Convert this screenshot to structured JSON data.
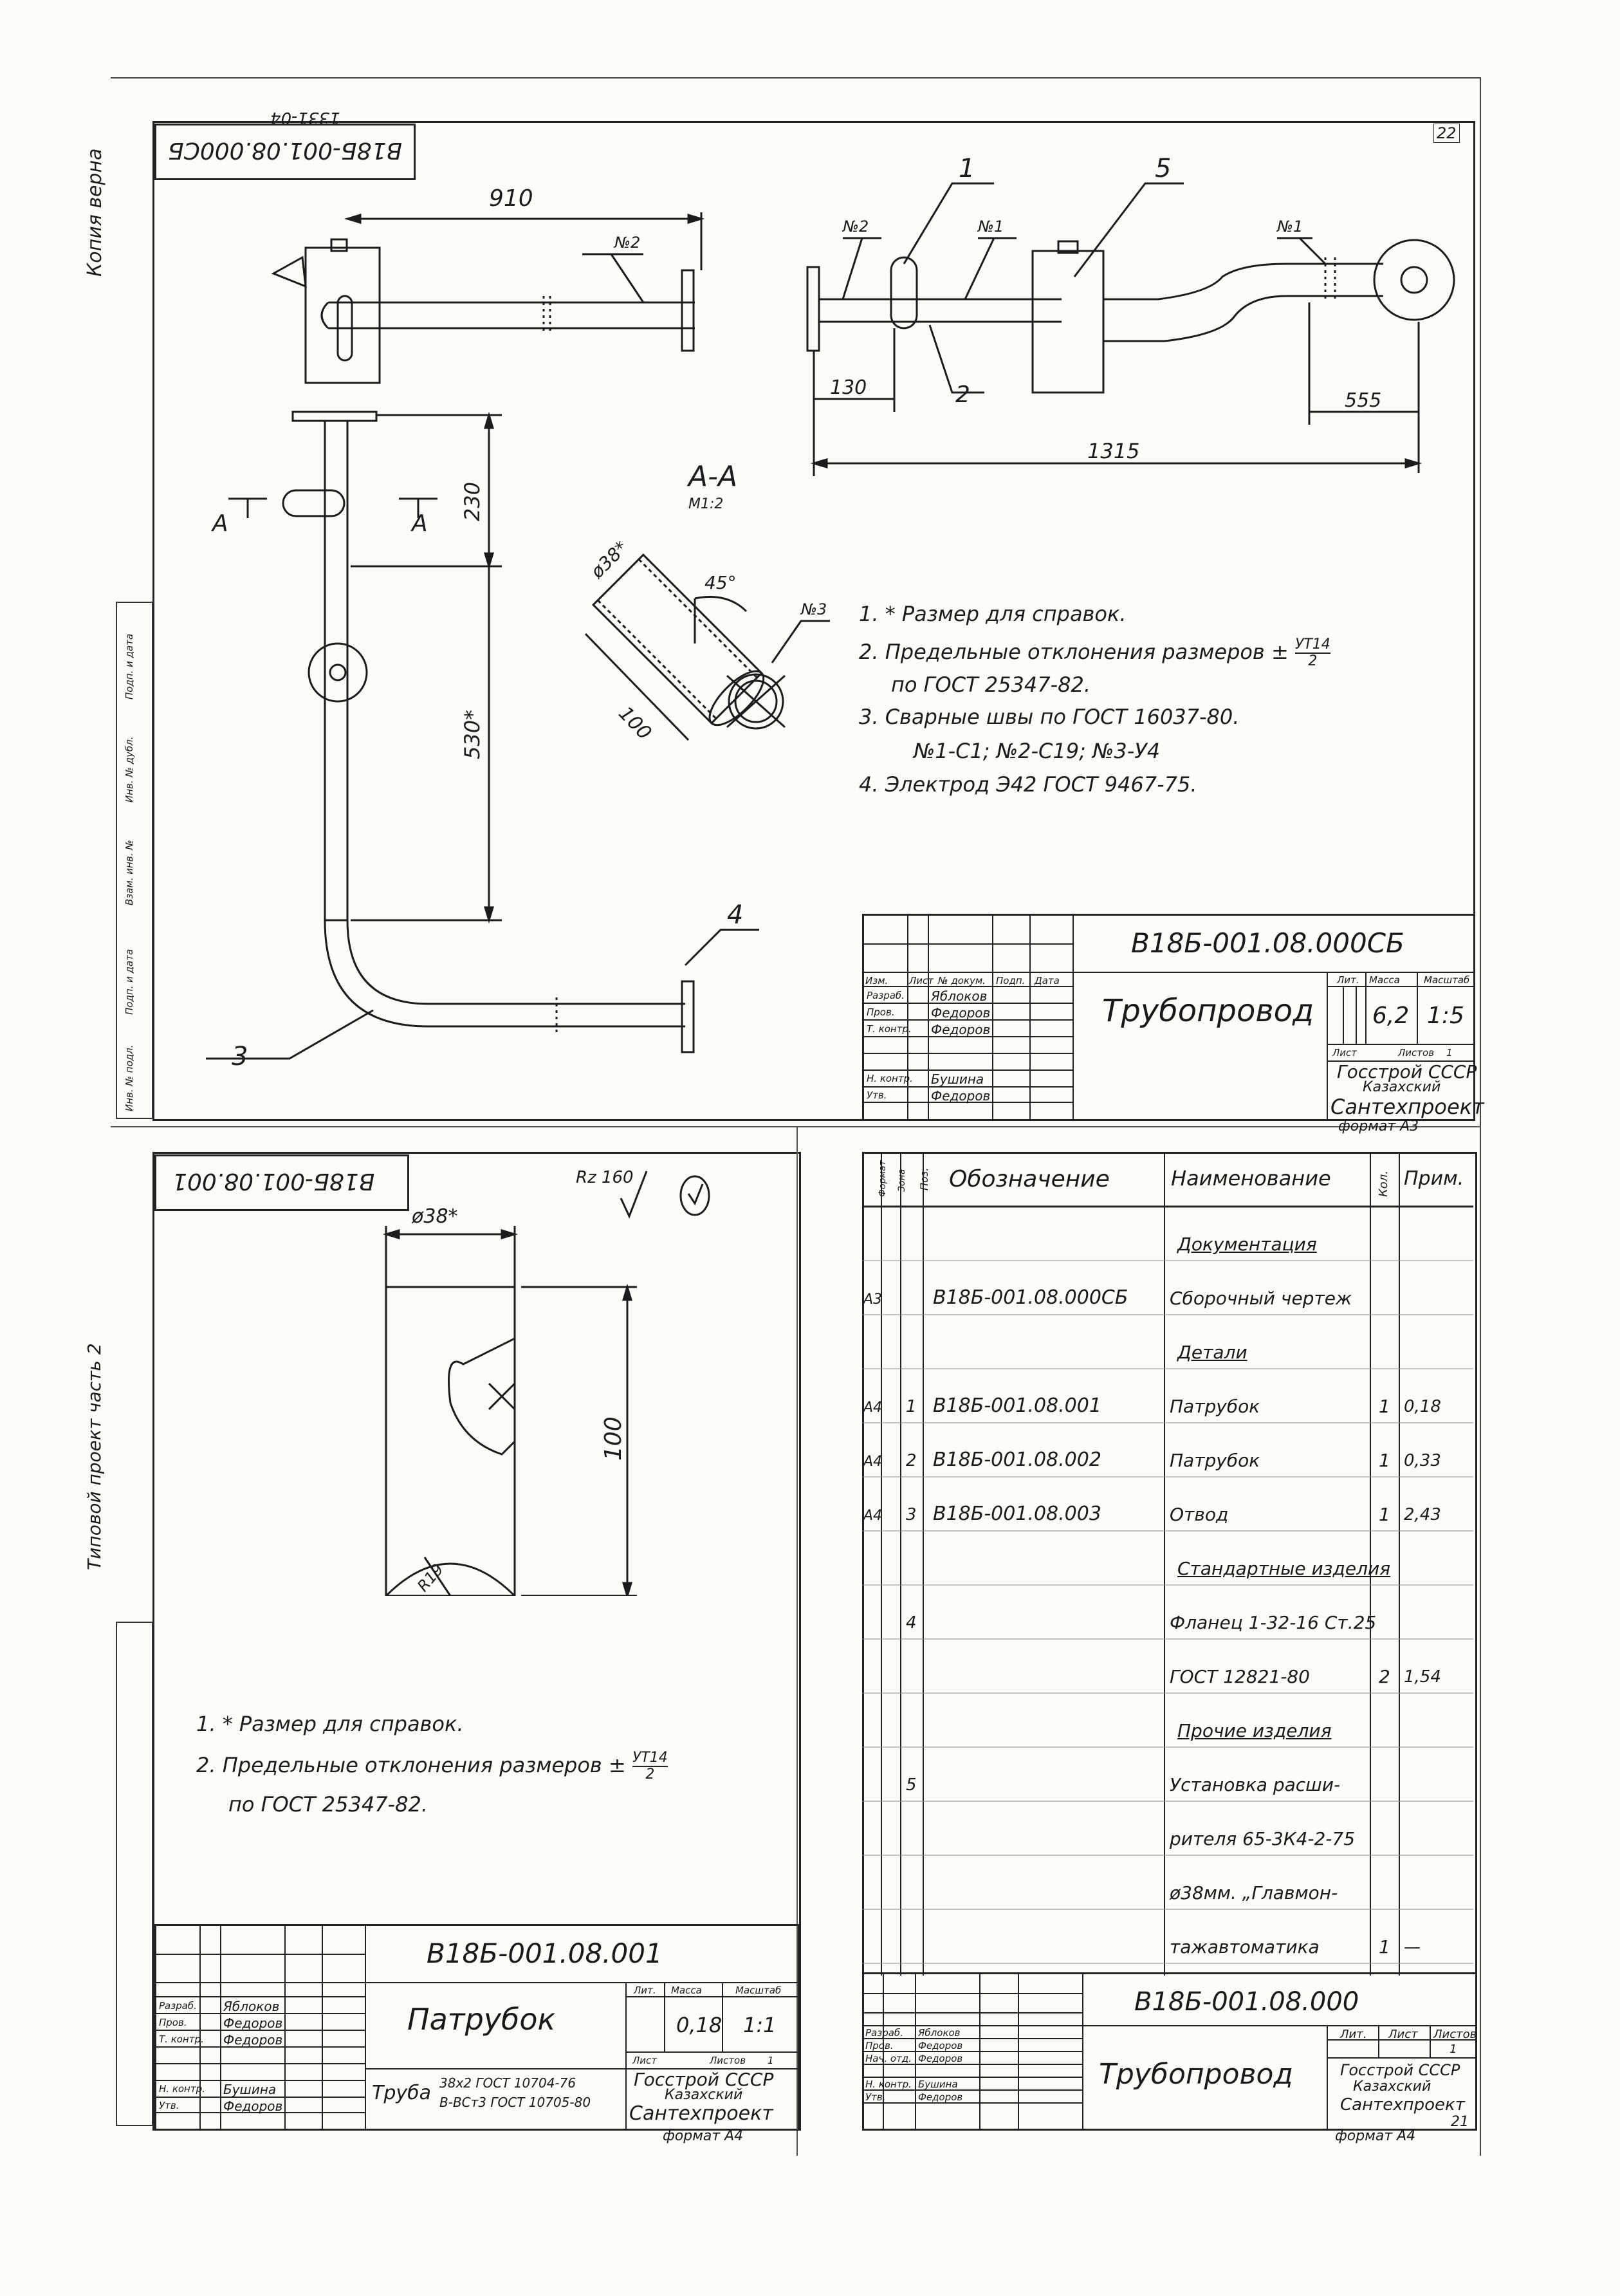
{
  "sheet_top": {
    "stamp_doc": "В18Б-001.08.000СБ",
    "stamp_num": "1331-04",
    "page_corner": "22",
    "dims": {
      "d910": "910",
      "d130": "130",
      "d1315": "1315",
      "d555": "555",
      "d230": "230",
      "d530": "530*",
      "d100": "100",
      "d38": "ø38*",
      "d45": "45°"
    },
    "leaders": {
      "n1": "1",
      "n2": "2",
      "n3": "3",
      "n4": "4",
      "n5": "5"
    },
    "welds": {
      "w1a": "№1",
      "w1b": "№1",
      "w2a": "№2",
      "w2b": "№2",
      "w3": "№3"
    },
    "section": {
      "label": "А-А",
      "scale": "М1:2",
      "arrow_left": "А",
      "arrow_right": "А"
    },
    "notes": [
      "1. * Размер для справок.",
      "2. Предельные отклонения размеров ±",
      "по ГОСТ 25347-82.",
      "3. Сварные швы по ГОСТ 16037-80.",
      "№1-С1; №2-С19; №3-У4",
      "4. Электрод Э42 ГОСТ 9467-75."
    ],
    "tol_frac": {
      "num": "УТ14",
      "den": "2"
    },
    "title_block": {
      "designation": "В18Б-001.08.000СБ",
      "name": "Трубопровод",
      "lit_label": "Лит.",
      "mass_label": "Масса",
      "scale_label": "Масштаб",
      "mass": "6,2",
      "scale": "1:5",
      "sheet_label": "Лист",
      "sheets_label": "Листов",
      "sheets": "1",
      "org1": "Госстрой СССР",
      "org2": "Казахский",
      "org3": "Сантехпроект",
      "format": "формат А3",
      "row_labels": [
        "Изм.",
        "Лист",
        "№ докум.",
        "Подп.",
        "Дата"
      ],
      "people": [
        {
          "role": "Разраб.",
          "name": "Яблоков"
        },
        {
          "role": "Пров.",
          "name": "Федоров"
        },
        {
          "role": "Т. контр.",
          "name": "Федоров"
        },
        {
          "role": "",
          "name": ""
        },
        {
          "role": "Н. контр.",
          "name": "Бушина"
        },
        {
          "role": "Утв.",
          "name": "Федоров"
        }
      ]
    },
    "side_labels": [
      "Инв. № подл.",
      "Подп. и дата",
      "Взам. инв. №",
      "Инв. № дубл.",
      "Подп. и дата"
    ]
  },
  "sheet_left": {
    "stamp_doc": "В18Б-001.08.001",
    "roughness": "Rz 160",
    "dims": {
      "d38": "ø38*",
      "d100": "100",
      "r19": "R19"
    },
    "notes": [
      "1. * Размер для справок.",
      "2. Предельные отклонения размеров ±",
      "по ГОСТ 25347-82."
    ],
    "tol_frac": {
      "num": "УТ14",
      "den": "2"
    },
    "title_block": {
      "designation": "В18Б-001.08.001",
      "name": "Патрубок",
      "lit_label": "Лит.",
      "mass_label": "Масса",
      "scale_label": "Масштаб",
      "mass": "0,18",
      "scale": "1:1",
      "sheet_label": "Лист",
      "sheets_label": "Листов",
      "sheets": "1",
      "material_prefix": "Труба",
      "material_line1": "38х2 ГОСТ 10704-76",
      "material_line2": "В-ВСт3 ГОСТ 10705-80",
      "org1": "Госстрой СССР",
      "org2": "Казахский",
      "org3": "Сантехпроект",
      "format": "формат А4",
      "people": [
        {
          "role": "Разраб.",
          "name": "Яблоков"
        },
        {
          "role": "Пров.",
          "name": "Федоров"
        },
        {
          "role": "Т. контр.",
          "name": "Федоров"
        },
        {
          "role": "",
          "name": ""
        },
        {
          "role": "Н. контр.",
          "name": "Бушина"
        },
        {
          "role": "Утв.",
          "name": "Федоров"
        }
      ]
    }
  },
  "spec": {
    "headers": {
      "format": "Формат",
      "zone": "Зона",
      "pos": "Поз.",
      "designation": "Обозначение",
      "name": "Наименование",
      "qty": "Кол.",
      "note": "Прим."
    },
    "rows": [
      {
        "format": "",
        "pos": "",
        "designation": "",
        "name": "Документация",
        "qty": "",
        "note": "",
        "heading": true
      },
      {
        "format": "А3",
        "pos": "",
        "designation": "В18Б-001.08.000СБ",
        "name": "Сборочный чертеж",
        "qty": "",
        "note": ""
      },
      {
        "format": "",
        "pos": "",
        "designation": "",
        "name": "Детали",
        "qty": "",
        "note": "",
        "heading": true
      },
      {
        "format": "А4",
        "pos": "1",
        "designation": "В18Б-001.08.001",
        "name": "Патрубок",
        "qty": "1",
        "note": "0,18"
      },
      {
        "format": "А4",
        "pos": "2",
        "designation": "В18Б-001.08.002",
        "name": "Патрубок",
        "qty": "1",
        "note": "0,33"
      },
      {
        "format": "А4",
        "pos": "3",
        "designation": "В18Б-001.08.003",
        "name": "Отвод",
        "qty": "1",
        "note": "2,43"
      },
      {
        "format": "",
        "pos": "",
        "designation": "",
        "name": "Стандартные изделия",
        "qty": "",
        "note": "",
        "heading": true
      },
      {
        "format": "",
        "pos": "4",
        "designation": "",
        "name": "Фланец 1-32-16 Ст.25",
        "qty": "",
        "note": ""
      },
      {
        "format": "",
        "pos": "",
        "designation": "",
        "name": "ГОСТ 12821-80",
        "qty": "2",
        "note": "1,54"
      },
      {
        "format": "",
        "pos": "",
        "designation": "",
        "name": "Прочие изделия",
        "qty": "",
        "note": "",
        "heading": true
      },
      {
        "format": "",
        "pos": "5",
        "designation": "",
        "name": "Установка расши-",
        "qty": "",
        "note": ""
      },
      {
        "format": "",
        "pos": "",
        "designation": "",
        "name": "рителя 65-3К4-2-75",
        "qty": "",
        "note": ""
      },
      {
        "format": "",
        "pos": "",
        "designation": "",
        "name": "ø38мм. „Главмон-",
        "qty": "",
        "note": ""
      },
      {
        "format": "",
        "pos": "",
        "designation": "",
        "name": "тажавтоматика",
        "qty": "1",
        "note": "—"
      }
    ],
    "title_block": {
      "designation": "В18Б-001.08.000",
      "name": "Трубопровод",
      "lit_label": "Лит.",
      "sheet_label": "Лист",
      "sheets_label": "Листов",
      "sheets": "1",
      "org1": "Госстрой СССР",
      "org2": "Казахский",
      "org3": "Сантехпроект",
      "format": "формат А4",
      "page": "21",
      "people": [
        {
          "role": "Разраб.",
          "name": "Яблоков"
        },
        {
          "role": "Пров.",
          "name": "Федоров"
        },
        {
          "role": "Нач. отд.",
          "name": "Федоров"
        },
        {
          "role": "Н. контр.",
          "name": "Бушина"
        },
        {
          "role": "Утв.",
          "name": "Федоров"
        }
      ]
    }
  },
  "margin_notes": {
    "left_top": "Копия верна",
    "left_bottom": "Типовой проект часть 2"
  }
}
